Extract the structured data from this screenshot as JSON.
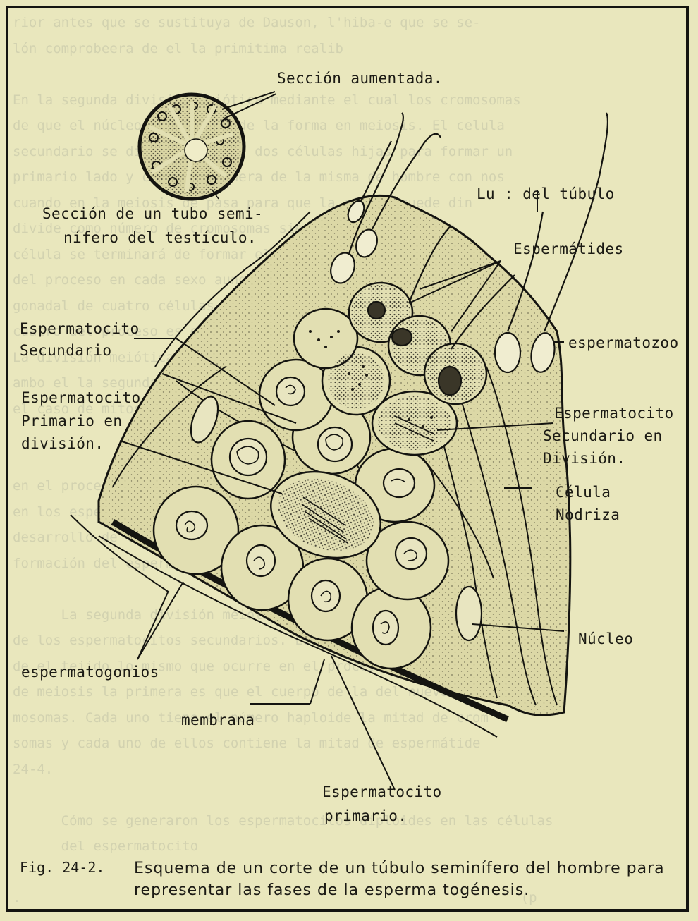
{
  "colors": {
    "paper": "#e9e7bd",
    "ink": "#1b1a14",
    "cell_fill": "#e2dfb2",
    "ghost_text": "#3c465a"
  },
  "labels": {
    "seccion_aumentada": "Sección aumentada.",
    "seccion_tubo_line1": "Sección de un tubo semi-",
    "seccion_tubo_line2": "nífero del testículo.",
    "luz_tubulo": "Lu : del túbulo",
    "espermatides": "Espermátides",
    "espermatocito_secundario_1": "Espermatocito",
    "espermatocito_secundario_2": "Secundario",
    "espermatozoo": "espermatozoo",
    "espermatocito_primario_div_1": "Espermatocito",
    "espermatocito_primario_div_2": "Primario en",
    "espermatocito_primario_div_3": "división.",
    "espermatocito_sec_div_1": "Espermatocito",
    "espermatocito_sec_div_2": "Secundario en",
    "espermatocito_sec_div_3": "División.",
    "celula_nodriza_1": "Célula",
    "celula_nodriza_2": "Nodriza",
    "nucleo": "Núcleo",
    "espermatogonios": "espermatogonios",
    "membrana": "membrana",
    "espermatocito_primario_1": "Espermatocito",
    "espermatocito_primario_2": "primario."
  },
  "caption": {
    "number": "Fig. 24-2.",
    "text": "Esquema de un corte de un túbulo seminífero del hombre para representar las fases de la esperma togénesis."
  }
}
